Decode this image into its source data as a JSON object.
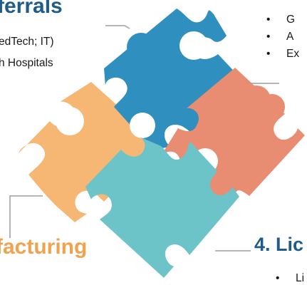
{
  "top_left": {
    "heading": "ferrals",
    "items": [
      "edTech; IT)",
      "h Hospitals"
    ]
  },
  "top_right": {
    "bullet": "•",
    "items": [
      "G",
      "A",
      "Ex"
    ]
  },
  "bottom_left": {
    "heading": "facturing"
  },
  "bottom_right": {
    "heading": "4. Lic",
    "bullet": "•",
    "items": [
      "Li"
    ]
  },
  "colors": {
    "blue_piece": "#2f8fbe",
    "coral_piece": "#e88c72",
    "orange_piece": "#f7b774",
    "teal_piece": "#6cc4c8",
    "heading_blue": "#1f5c8a",
    "heading_orange": "#f0a24f"
  },
  "icons": [
    "puzzle-piece-blue",
    "puzzle-piece-coral",
    "puzzle-piece-orange",
    "puzzle-piece-teal"
  ]
}
